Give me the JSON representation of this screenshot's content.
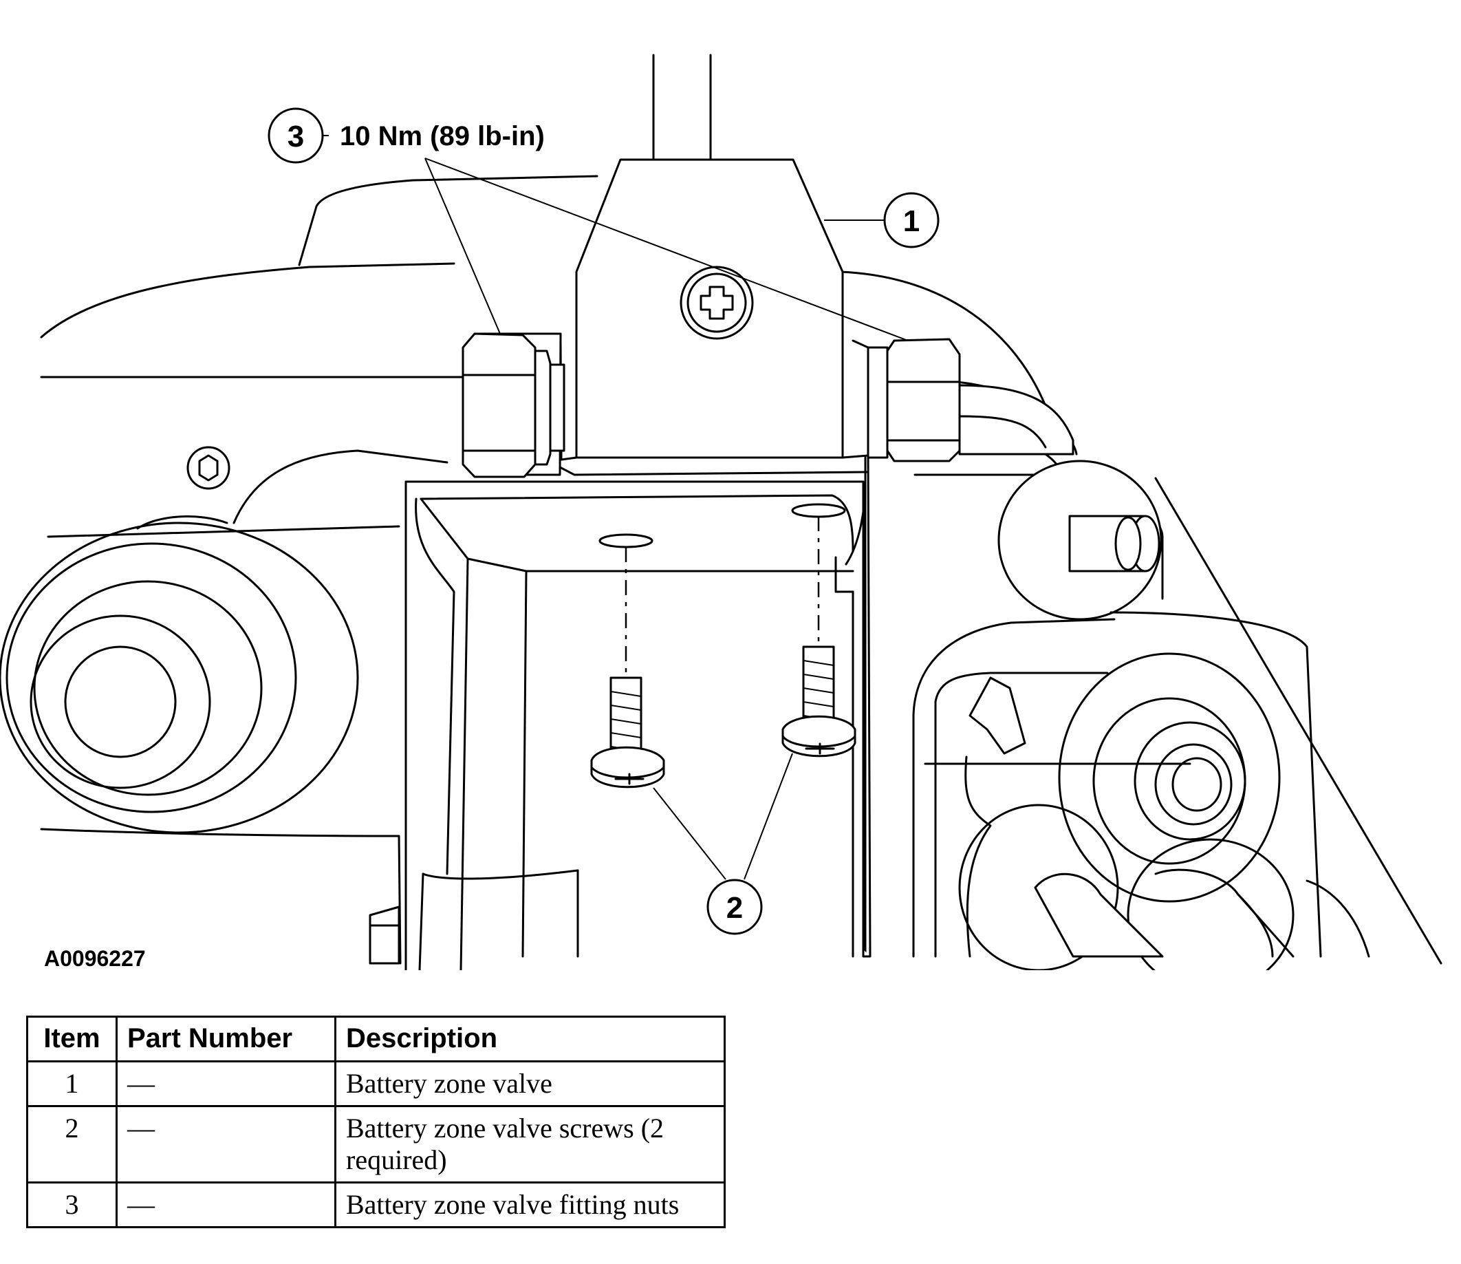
{
  "diagram": {
    "figure_id": "A0096227",
    "torque_callout": {
      "item": "3",
      "torque": "10 Nm (89 lb-in)"
    },
    "callouts": [
      {
        "item": "1"
      },
      {
        "item": "2"
      }
    ]
  },
  "parts_table": {
    "headers": [
      "Item",
      "Part Number",
      "Description"
    ],
    "rows": [
      {
        "item": "1",
        "part_number": "—",
        "description": "Battery zone valve"
      },
      {
        "item": "2",
        "part_number": "—",
        "description": "Battery zone valve screws (2 required)"
      },
      {
        "item": "3",
        "part_number": "—",
        "description": "Battery zone valve fitting nuts"
      }
    ]
  }
}
